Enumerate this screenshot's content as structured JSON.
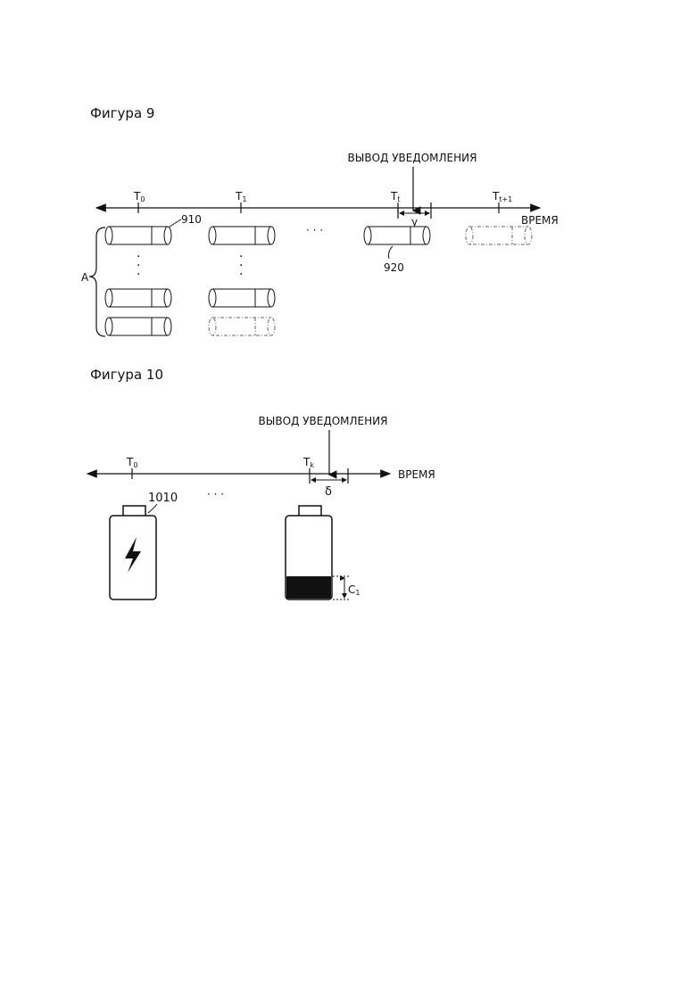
{
  "figure9": {
    "title": "Фигура 9",
    "notification_label": "ВЫВОД УВЕДОМЛЕНИЯ",
    "axis_label": "ВРЕМЯ",
    "ticks": [
      {
        "base": "T",
        "sub": "0"
      },
      {
        "base": "T",
        "sub": "1"
      },
      {
        "base": "T",
        "sub": "t"
      },
      {
        "base": "T",
        "sub": "t+1"
      }
    ],
    "dots": "· · ·",
    "interval_label": "γ",
    "ref_910": "910",
    "ref_920": "920",
    "group_label": "A"
  },
  "figure10": {
    "title": "Фигура 10",
    "notification_label": "ВЫВОД УВЕДОМЛЕНИЯ",
    "axis_label": "ВРЕМЯ",
    "ticks": [
      {
        "base": "T",
        "sub": "0"
      },
      {
        "base": "T",
        "sub": "k"
      }
    ],
    "dots": "· · ·",
    "interval_label": "δ",
    "ref_1010": "1010",
    "charge_label_base": "C",
    "charge_label_sub": "1"
  }
}
